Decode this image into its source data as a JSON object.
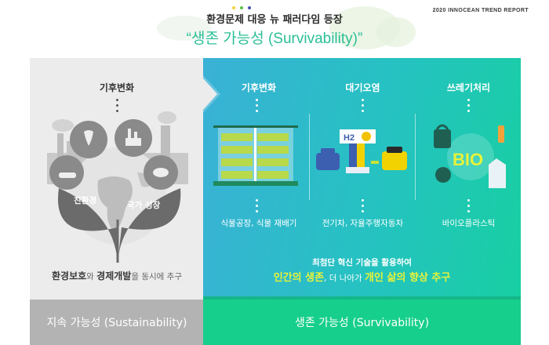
{
  "header": {
    "report_label": "2020 INNOCEAN TREND REPORT",
    "subtitle": "환경문제 대응 뉴 패러다임 등장",
    "title": "“생존 가능성 (Survivability)”",
    "dot_colors": [
      "#f2d23a",
      "#5fbf4a",
      "#4a4fb0"
    ]
  },
  "left_panel": {
    "heading": "기후변화",
    "leaf_left": "친환경",
    "leaf_right": "국가 성장",
    "caption_bold1": "환경보호",
    "caption_mid1": "와 ",
    "caption_bold2": "경제개발",
    "caption_end": "을 동시에 추구",
    "footer": "지속 가능성 (Sustainability)",
    "bg_color": "#ececec",
    "footer_color": "#b3b3b3"
  },
  "right_panel": {
    "columns": [
      {
        "heading": "기후변화",
        "caption": "식물공장, 식물 재배기",
        "icon": "plant-factory-icon"
      },
      {
        "heading": "대기오염",
        "caption": "전기차, 자율주행자동차",
        "icon": "hydrogen-ev-charging-icon"
      },
      {
        "heading": "쓰레기처리",
        "caption": "바이오플라스틱",
        "icon": "bio-plastic-icon"
      }
    ],
    "bio_label": "BIO",
    "h2_label": "H2",
    "message_line1": "최첨단 혁신 기술을 활용하여",
    "message_hl1": "인간의 생존",
    "message_mid": ", 더 나아가 ",
    "message_hl2": "개인 삶의 향상 추구",
    "footer": "생존 가능성 (Survivability)",
    "gradient_start": "#3ab1d6",
    "gradient_end": "#18cfa2",
    "footer_color": "#17cf8c",
    "highlight_color": "#e7f23a"
  }
}
